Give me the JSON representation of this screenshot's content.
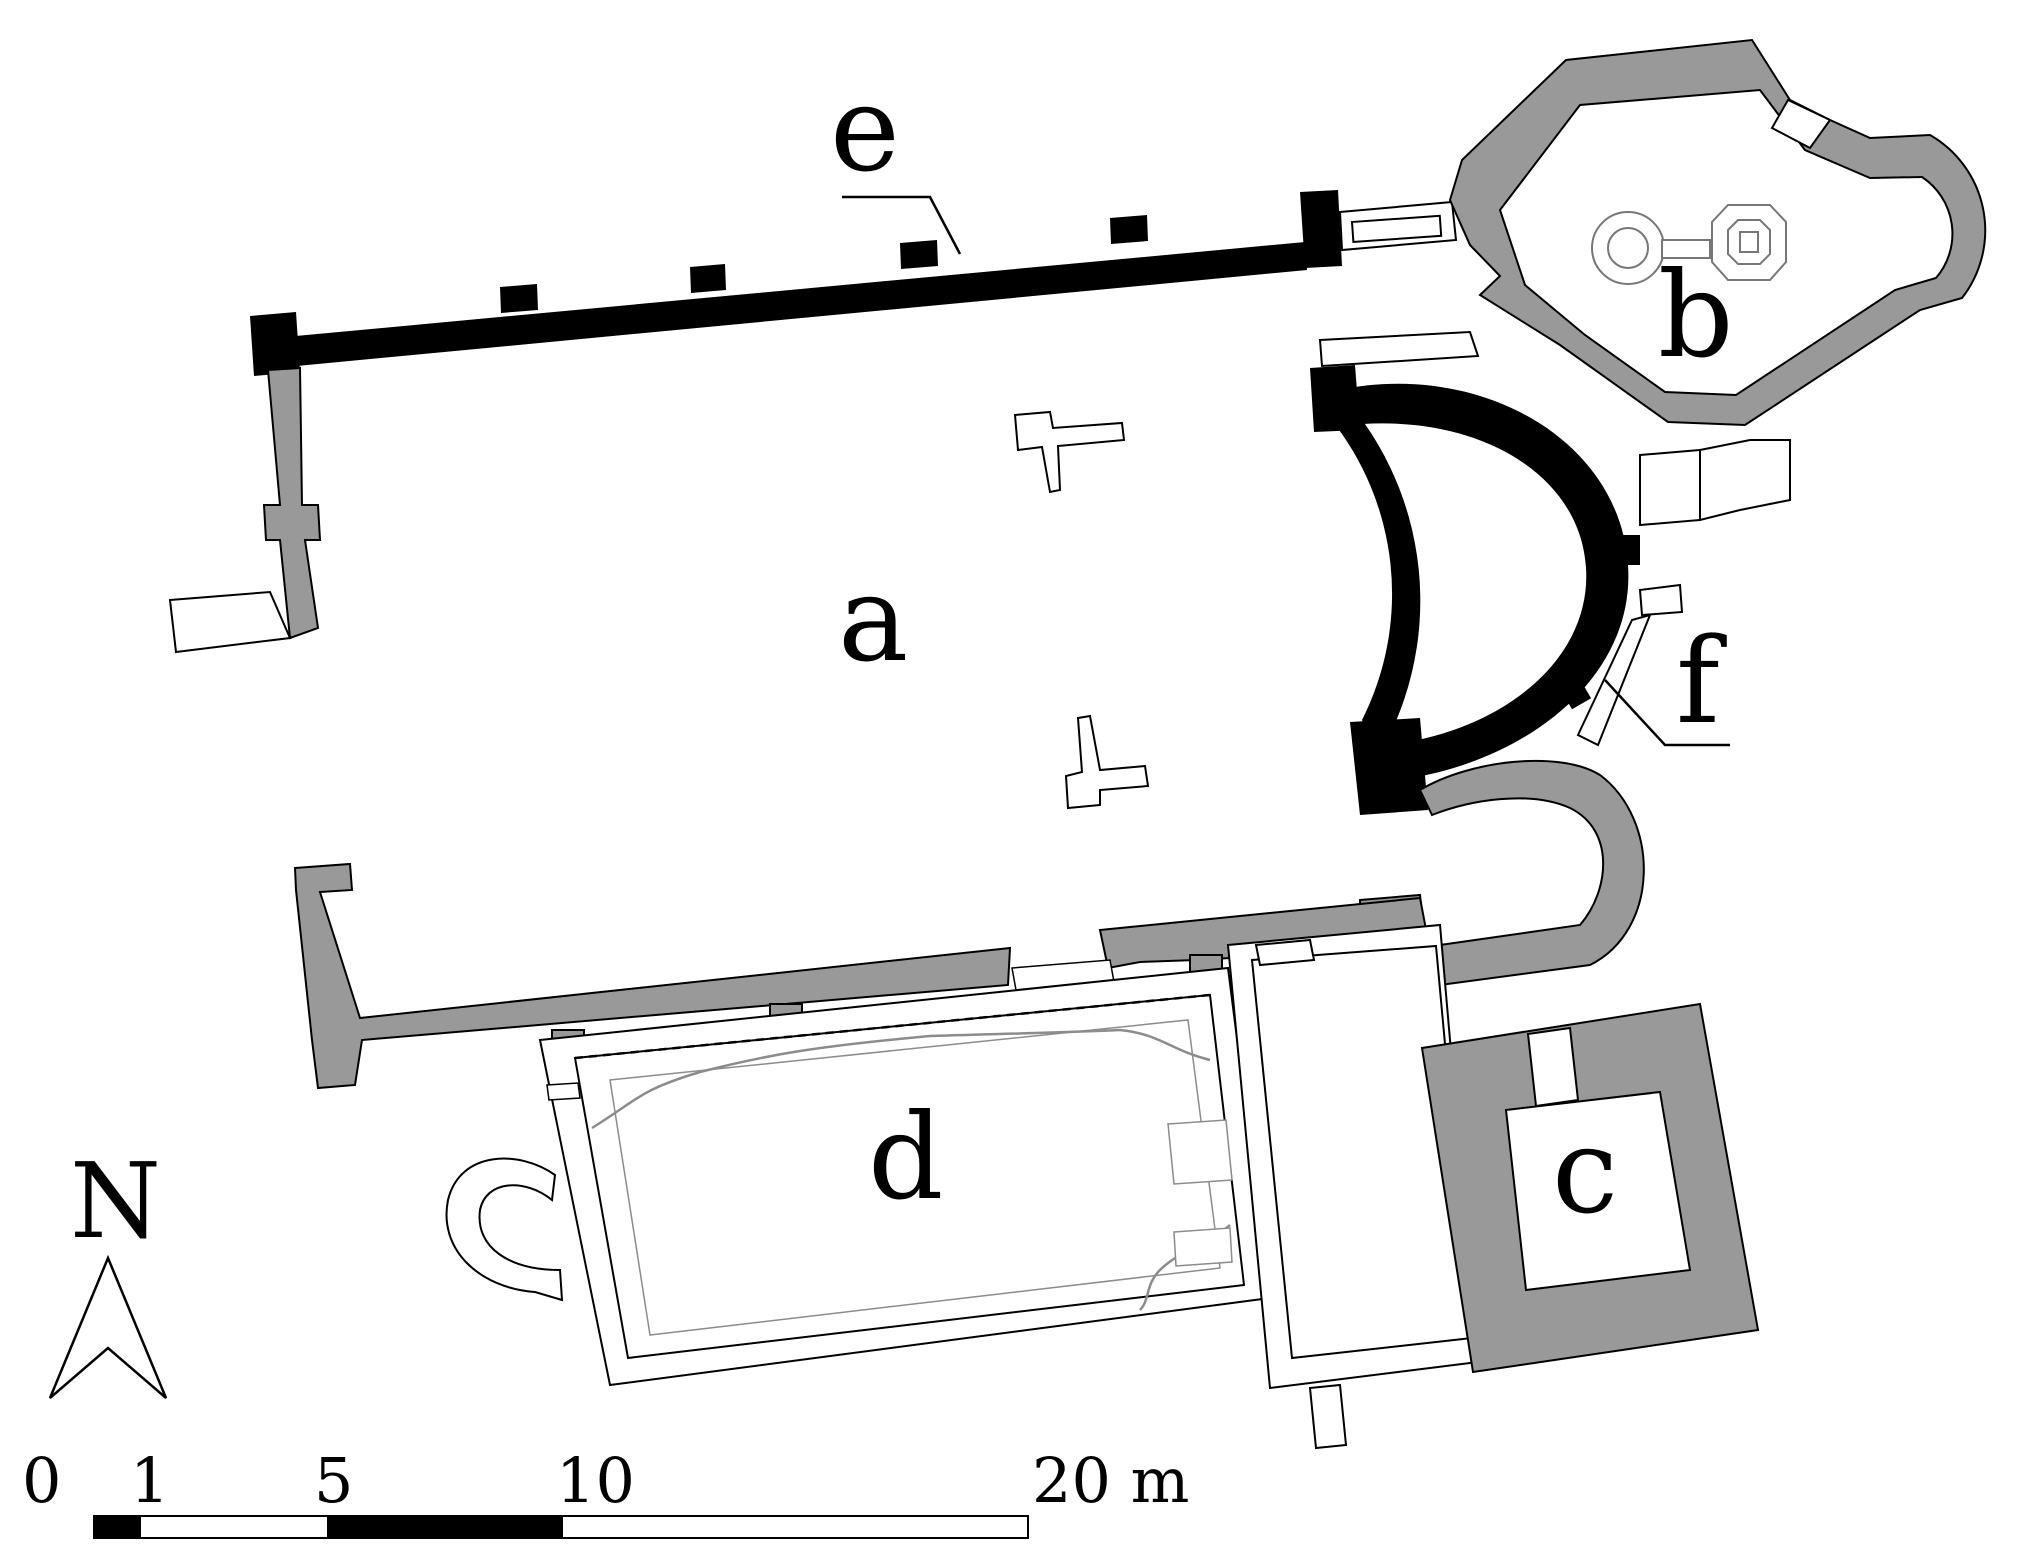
{
  "labels": {
    "a": "a",
    "b": "b",
    "c": "c",
    "d": "d",
    "e": "e",
    "f": "f"
  },
  "north": {
    "letter": "N"
  },
  "scale_bar": {
    "ticks": [
      "0",
      "1",
      "5",
      "10",
      "20 m"
    ]
  },
  "colors": {
    "black_walls": "#000000",
    "grey_walls": "#999999",
    "outline": "#000000",
    "faint_outline": "#8c8c8c",
    "background": "#ffffff"
  }
}
